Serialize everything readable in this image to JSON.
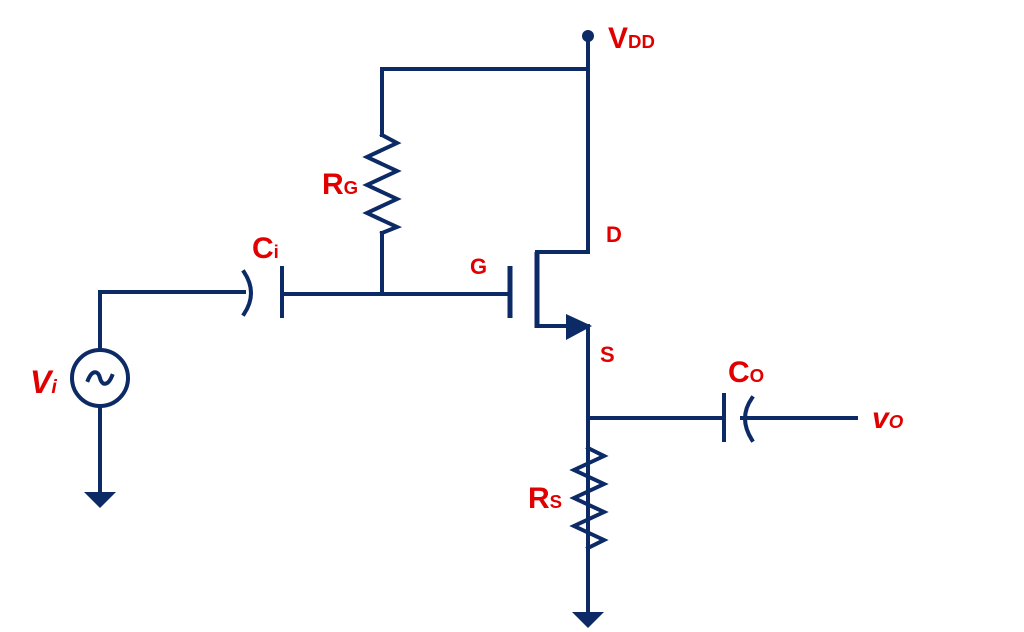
{
  "labels": {
    "vdd": {
      "main": "V",
      "sub": "DD"
    },
    "rg": {
      "main": "R",
      "sub": "G"
    },
    "ci": {
      "main": "C",
      "sub": "i"
    },
    "g": {
      "main": "G"
    },
    "d": {
      "main": "D"
    },
    "s": {
      "main": "S"
    },
    "vi": {
      "main": "V",
      "sub": "i"
    },
    "co": {
      "main": "C",
      "sub": "O"
    },
    "vo": {
      "main": "v",
      "sub": "O"
    },
    "rs": {
      "main": "R",
      "sub": "S"
    }
  },
  "colors": {
    "wire": "#0b2a66",
    "label": "#e00000",
    "background": "#ffffff"
  },
  "icons": {
    "source": "ac-source-icon",
    "ground": "ground-icon",
    "resistor": "resistor-icon",
    "capacitor": "capacitor-icon",
    "mosfet": "n-channel-mosfet-icon"
  }
}
